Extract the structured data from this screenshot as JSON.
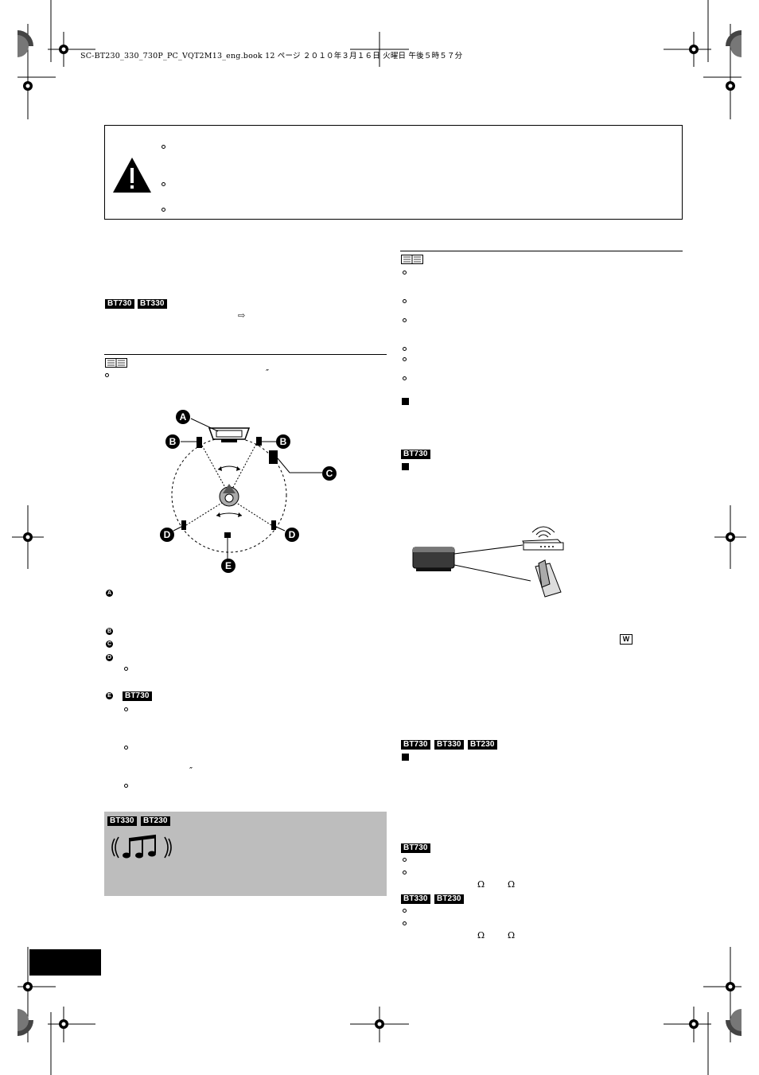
{
  "header": {
    "file_info": "SC-BT230_330_730P_PC_VQT2M13_eng.book  12 ページ  ２０１０年３月１６日  火曜日  午後５時５７分"
  },
  "badges": {
    "bt730": "BT730",
    "bt330": "BT330",
    "bt230": "BT230"
  },
  "diagram_labels": {
    "a": "A",
    "b": "B",
    "c": "C",
    "d": "D",
    "e": "E"
  },
  "legend_labels": {
    "a": "A",
    "b": "B",
    "c": "C",
    "d": "D",
    "e": "E"
  },
  "misc": {
    "arrow_glyph": "⇨",
    "double_prime": "″",
    "ohm": "Ω",
    "w_box": "W"
  },
  "icons": {
    "warning": "warning-triangle-icon",
    "note": "note-book-icon",
    "music": "music-notes-icon"
  }
}
